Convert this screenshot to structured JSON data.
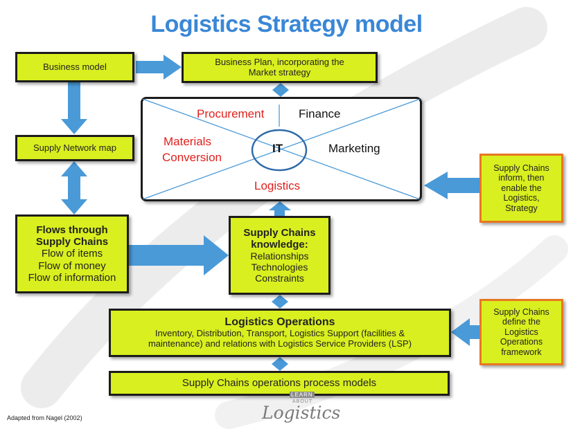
{
  "title": "Logistics Strategy model",
  "boxes": {
    "business_model": "Business model",
    "business_plan_line1": "Business Plan, incorporating the",
    "business_plan_line2": "Market strategy",
    "supply_network": "Supply Network map",
    "flows_heading_line1": "Flows through",
    "flows_heading_line2": "Supply Chains",
    "flows_items": [
      "Flow of items",
      "Flow of money",
      "Flow of information"
    ],
    "knowledge_heading_line1": "Supply Chains",
    "knowledge_heading_line2": "knowledge:",
    "knowledge_items": [
      "Relationships",
      "Technologies",
      "Constraints"
    ],
    "ops_heading": "Logistics Operations",
    "ops_line1": "Inventory, Distribution, Transport, Logistics Support (facilities &",
    "ops_line2": "maintenance) and relations with Logistics Service Providers (LSP)",
    "process_models": "Supply Chains operations process models",
    "inform_lines": [
      "Supply Chains",
      "inform, then",
      "enable the",
      "Logistics,",
      "Strategy"
    ],
    "define_lines": [
      "Supply Chains",
      "define the",
      "Logistics",
      "Operations",
      "framework"
    ]
  },
  "center": {
    "procurement": "Procurement",
    "finance": "Finance",
    "materials_line1": "Materials",
    "materials_line2": "Conversion",
    "it": "IT",
    "marketing": "Marketing",
    "logistics": "Logistics"
  },
  "footer": "Adapted from Nagel (2002)",
  "logo": {
    "top": "LEARN",
    "middle": "ABOUT",
    "main": "Logistics"
  },
  "colors": {
    "box_fill": "#d9ef1f",
    "arrow": "#4a9ad8",
    "title": "#3a87d6",
    "red_text": "#e0201c",
    "orange_border": "#e87722"
  }
}
